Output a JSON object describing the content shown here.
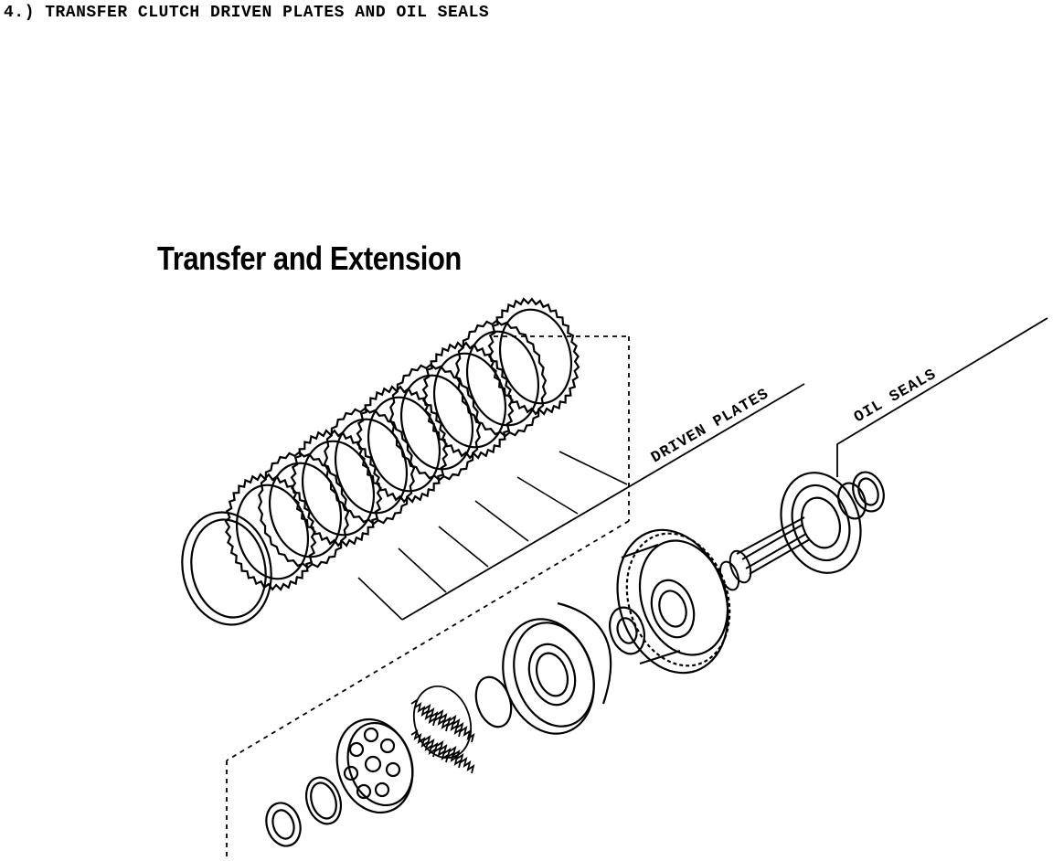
{
  "heading": "4.) TRANSFER CLUTCH DRIVEN PLATES AND OIL SEALS",
  "title": "Transfer and Extension",
  "callouts": {
    "driven_plates": "DRIVEN PLATES",
    "oil_seals": "OIL SEALS"
  },
  "colors": {
    "ink": "#000000",
    "paper": "#ffffff"
  }
}
